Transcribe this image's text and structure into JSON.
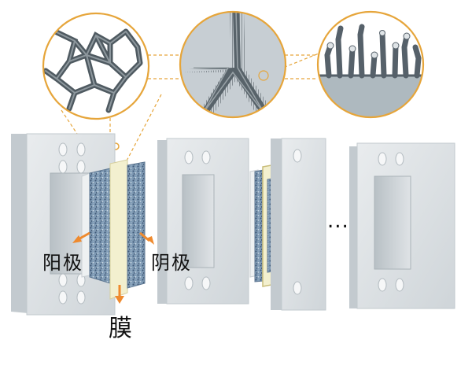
{
  "labels": {
    "anode": "阳极",
    "cathode": "阴极",
    "membrane": "膜",
    "continuation": "..."
  },
  "icons": {
    "inset_1": "porous-3d-network-icon",
    "inset_2": "coated-branch-junction-icon",
    "inset_3": "nanorod-array-icon"
  },
  "colors": {
    "callout_ring": "#e6a53a",
    "arrow": "#ef8a2e",
    "plate": "#dde1e3",
    "electrode": "#7e9bb4",
    "membrane": "#f3f0cf"
  }
}
